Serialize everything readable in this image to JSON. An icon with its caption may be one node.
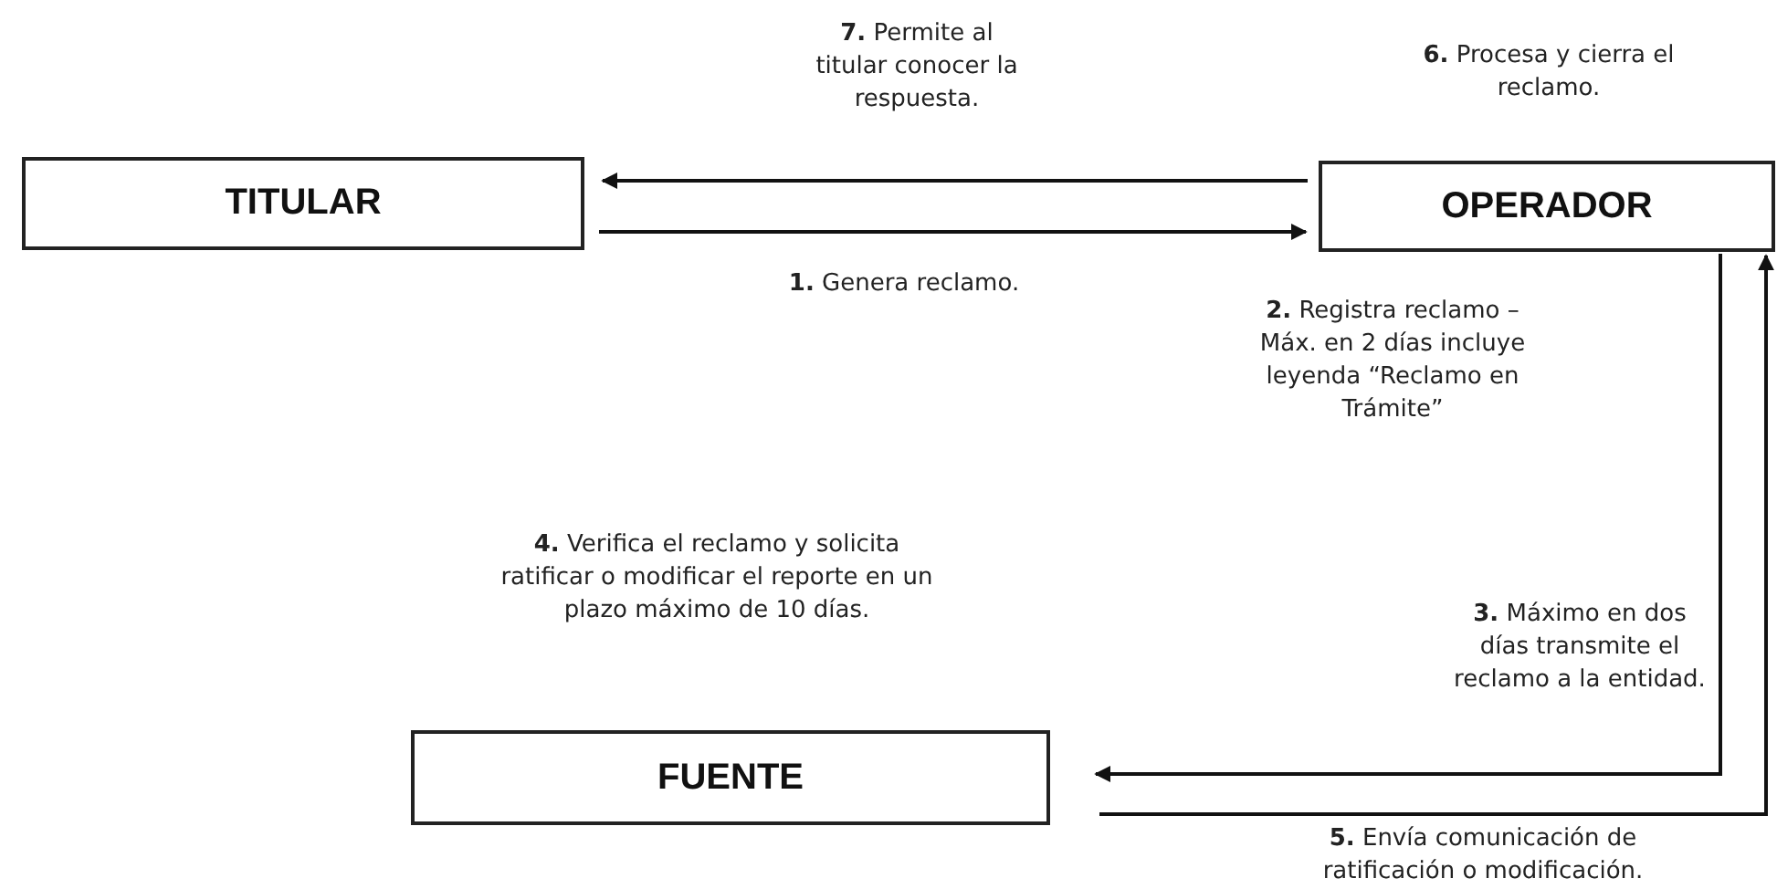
{
  "diagram": {
    "nodes": [
      {
        "text": [
          "TITULAR"
        ]
      },
      {
        "text": [
          "OPERADOR"
        ],
        "beside": [
          "**6.** Procesa y cierra el reclamo.",
          "**2.** Registra reclamo – Máx. en 2 días incluye leyenda “Reclamo en Trámite”"
        ]
      },
      {
        "text": [
          "FUENTE"
        ]
      }
    ],
    "edges": [
      {
        "from": 1,
        "to": 0,
        "arrow": "to",
        "label": "**7.** Permite al titular conocer la respuesta."
      },
      {
        "from": 0,
        "to": 1,
        "arrow": "to",
        "label": "**1.** Genera reclamo."
      },
      {
        "from": 1,
        "to": 2,
        "arrow": "to",
        "label": "**3.** Máximo en dos días transmite el reclamo a la entidad."
      },
      {
        "from": 2,
        "to": 1,
        "arrow": "to",
        "label": "**5.** Envía comunicación de ratificación o modificación."
      }
    ],
    "labels": [
      "**4.** Verifica el reclamo y solicita ratificar o modificar el reporte en un plazo máximo de 10 días."
    ]
  }
}
